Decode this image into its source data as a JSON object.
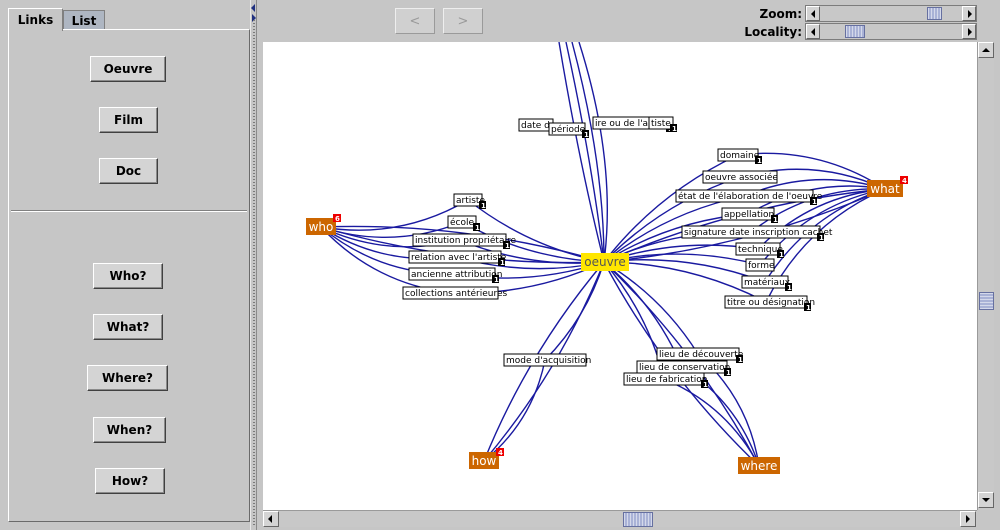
{
  "tabs": [
    {
      "label": "Links",
      "active": true
    },
    {
      "label": "List",
      "active": false
    }
  ],
  "top_buttons": [
    "Oeuvre",
    "Film",
    "Doc"
  ],
  "question_buttons": [
    "Who?",
    "What?",
    "Where?",
    "When?",
    "How?"
  ],
  "toolbar": {
    "back_label": "<",
    "forward_label": ">",
    "zoom_label": "Zoom:",
    "locality_label": "Locality:"
  },
  "colors": {
    "edge": "#1a1aa0",
    "hub_fill": "#cc6600",
    "center_fill": "#ffe600",
    "badge_dark": "#000000",
    "badge_red": "#ee0000"
  },
  "graph": {
    "center": {
      "label": "oeuvre"
    },
    "hubs": [
      {
        "label": "who",
        "badge": "6"
      },
      {
        "label": "what",
        "badge": "4"
      },
      {
        "label": "how",
        "badge": "4"
      },
      {
        "label": "where",
        "badge": ""
      }
    ],
    "labels": [
      {
        "text": "date de",
        "badge": ""
      },
      {
        "text": "période",
        "badge": "1"
      },
      {
        "text": "ire ou de l'artiste",
        "badge": "1"
      },
      {
        "text": "tiste",
        "badge": "1"
      },
      {
        "text": "domaine",
        "badge": "1"
      },
      {
        "text": "oeuvre associée",
        "badge": ""
      },
      {
        "text": "état de l'élaboration de l'oeuvre",
        "badge": "1"
      },
      {
        "text": "appellation",
        "badge": "1"
      },
      {
        "text": "signature date inscription cachet",
        "badge": "1"
      },
      {
        "text": "technique",
        "badge": "1"
      },
      {
        "text": "forme",
        "badge": ""
      },
      {
        "text": "matériaux",
        "badge": "1"
      },
      {
        "text": "titre ou désignation",
        "badge": "1"
      },
      {
        "text": "artiste",
        "badge": "1"
      },
      {
        "text": "école",
        "badge": "1"
      },
      {
        "text": "institution propriétaire",
        "badge": "1"
      },
      {
        "text": "relation avec l'artiste",
        "badge": "1"
      },
      {
        "text": "ancienne attribution",
        "badge": "1"
      },
      {
        "text": "collections antérieures",
        "badge": ""
      },
      {
        "text": "mode d'acquisition",
        "badge": ""
      },
      {
        "text": "lieu de découverte",
        "badge": "1"
      },
      {
        "text": "lieu de conservation",
        "badge": "1"
      },
      {
        "text": "lieu de fabrication",
        "badge": "1"
      }
    ]
  }
}
